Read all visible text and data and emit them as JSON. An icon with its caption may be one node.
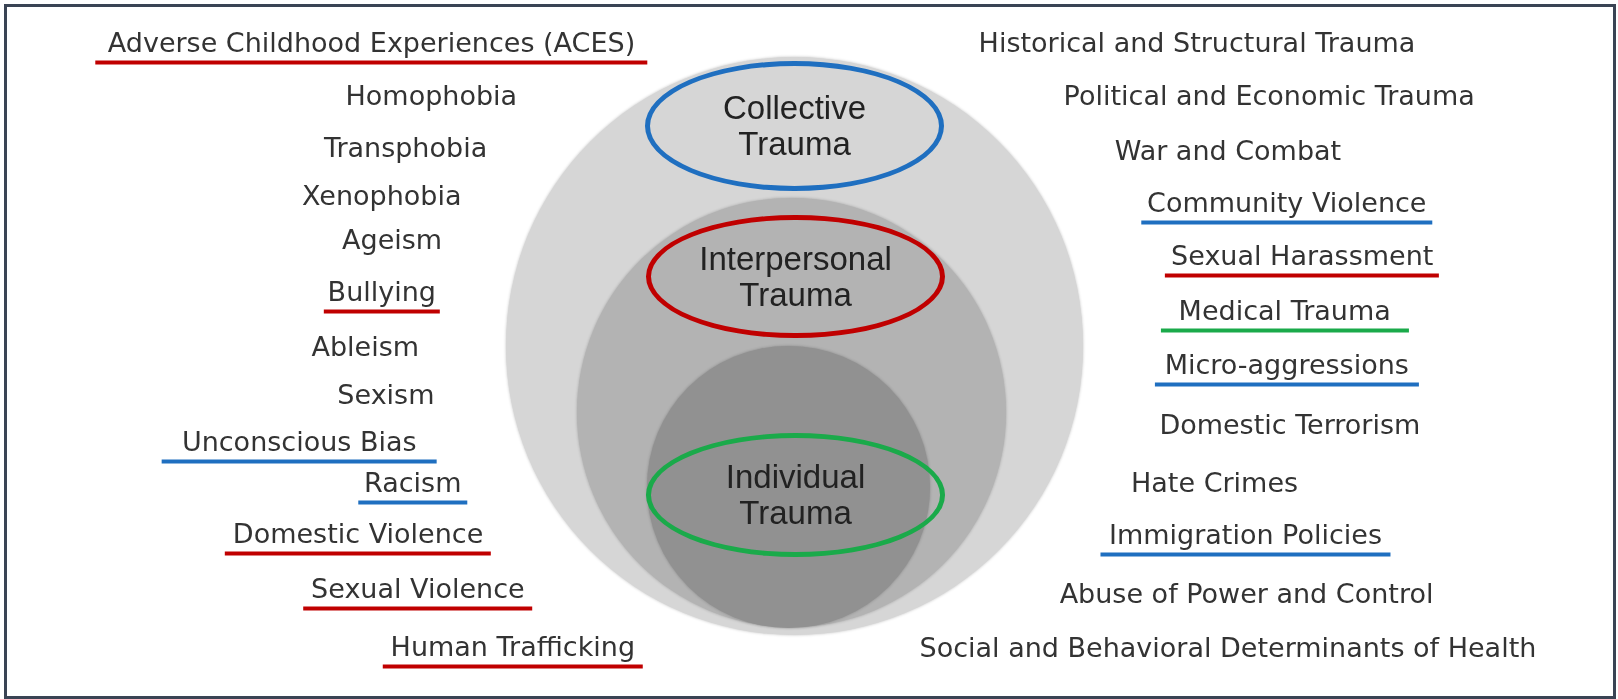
{
  "diagram": {
    "nodes": [
      {
        "text": [
          "Collective Trauma"
        ]
      },
      {
        "text": [
          "Interpersonal Trauma"
        ],
        "in": 0
      },
      {
        "text": [
          "Individual Trauma"
        ],
        "in": 1
      }
    ],
    "labels": [
      "Adverse Childhood Experiences (ACES)",
      "Homophobia",
      "Transphobia",
      "Xenophobia",
      "Ageism",
      "Bullying",
      "Ableism",
      "Sexism",
      "Unconscious Bias",
      "Racism",
      "Domestic Violence",
      "Sexual Violence",
      "Human Trafficking",
      "Historical and Structural Trauma",
      "Political and Economic Trauma",
      "War and Combat",
      "Community Violence",
      "Sexual Harassment",
      "Medical Trauma",
      "Micro-aggressions",
      "Domestic Terrorism",
      "Hate Crimes",
      "Immigration Policies",
      "Abuse of Power and Control",
      "Social and Behavioral Determinants of Health"
    ]
  }
}
